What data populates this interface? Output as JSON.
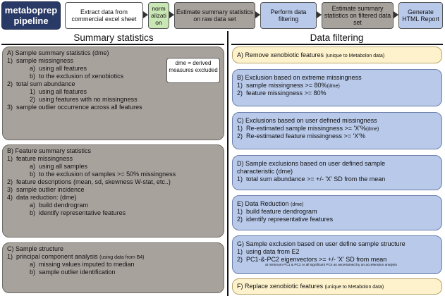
{
  "pipeline": {
    "brand": "metaboprep pipeline",
    "steps": [
      "Extract data from commercial excel sheet",
      "normalization",
      "Estimate summary statistics on raw data set",
      "Perform data filtering",
      "Estimate summary statistics on filtered data set",
      "Generate HTML Report"
    ],
    "colors": [
      "#ffffff",
      "#c9e6b5",
      "#a8a29d",
      "#b8c9ea",
      "#a8a29d",
      "#b8c9ea"
    ]
  },
  "left_title": "Summary statistics",
  "right_title": "Data filtering",
  "dme_note": "dme = derived measures excluded",
  "summary": [
    {
      "title": "A) Sample summary statistics (dme)",
      "lines": [
        {
          "n": "1)",
          "t": "sample missingness"
        },
        {
          "n": "a)",
          "t": "using all features"
        },
        {
          "n": "b)",
          "t": "to the exclusion of xenobiotics"
        },
        {
          "n": "2)",
          "t": "total sum abundance"
        },
        {
          "n": "1)",
          "t": "using all features"
        },
        {
          "n": "2)",
          "t": "using features with no missingness"
        },
        {
          "n": "3)",
          "t": "sample outlier occurrence across all features"
        }
      ]
    },
    {
      "title": "B) Feature summary statistics",
      "lines": [
        {
          "n": "1)",
          "t": "feature missingness"
        },
        {
          "n": "a)",
          "t": "using all samples"
        },
        {
          "n": "b)",
          "t": "to the exclusion of samples >= 50% missingness"
        },
        {
          "n": "2)",
          "t": "feature descriptions (mean, sd, skewness W-stat, etc..)"
        },
        {
          "n": "3)",
          "t": "sample outlier incidence"
        },
        {
          "n": "4)",
          "t": "data reduction: (dme)"
        },
        {
          "n": "a)",
          "t": "build dendrogram"
        },
        {
          "n": "b)",
          "t": "identify representative features"
        }
      ]
    },
    {
      "title": "C) Sample structure",
      "lines": [
        {
          "n": "1)",
          "t": "principal component analysis",
          "note": "(using data from B4)"
        },
        {
          "n": "a)",
          "t": "missing values imputed to median"
        },
        {
          "n": "b)",
          "t": "sample outlier identification"
        }
      ]
    }
  ],
  "filtering": [
    {
      "title": "A) Remove xenobiotic features",
      "note": "(unique to Metabolon data)"
    },
    {
      "title": "B) Exclusion based on extreme missingness",
      "lines": [
        {
          "n": "1)",
          "t": "sample missingness >= 80%",
          "note": "(dme)"
        },
        {
          "n": "2)",
          "t": "feature missingness >= 80%"
        }
      ]
    },
    {
      "title": "C) Exclusions based on user defined missingness",
      "lines": [
        {
          "n": "1)",
          "t": "Re-estimated sample missingness >= 'X'%",
          "note": "(dme)"
        },
        {
          "n": "2)",
          "t": "Re-estimated feature missingness >= 'X'%"
        }
      ]
    },
    {
      "title": "D) Sample exclusions based on user defined sample",
      "title2": "characteristic (dme)",
      "lines": [
        {
          "n": "1)",
          "t": "total sum abundance >= +/- 'X' SD from the mean"
        }
      ]
    },
    {
      "title": "E) Data Reduction",
      "title_note": "(dme)",
      "lines": [
        {
          "n": "1)",
          "t": "build feature dendrogram"
        },
        {
          "n": "2)",
          "t": "identify representative features"
        }
      ]
    },
    {
      "title": "G) Sample exclusion based on user define sample structure",
      "lines": [
        {
          "n": "1)",
          "t": "using data from E2"
        },
        {
          "n": "2)",
          "t": "PC1-&-PC2 eigenvectors >= +/- 'X' SD from mean"
        }
      ],
      "footnote": "at minimum PC1 & PC2 or all significant PCs as ascertained by an acceleration analysis"
    },
    {
      "title": "F) Replace xenobiotic features",
      "note": "(unique to Metabolon data)"
    }
  ]
}
